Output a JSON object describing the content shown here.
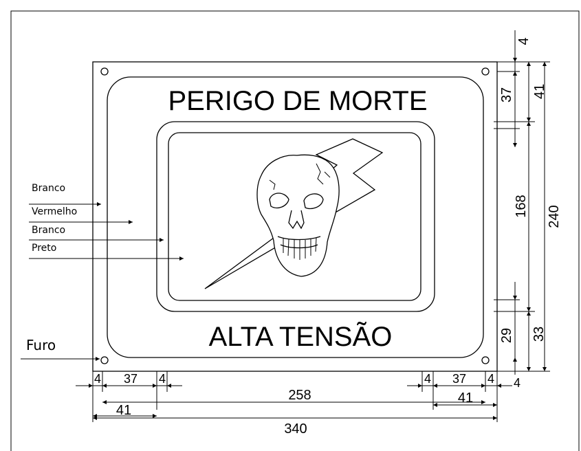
{
  "sign": {
    "top_text": "PERIGO DE MORTE",
    "bottom_text": "ALTA TENSÃO"
  },
  "labels": {
    "layer1": "Branco",
    "layer2": "Vermelho",
    "layer3": "Branco",
    "layer4": "Preto",
    "hole": "Furo"
  },
  "dimensions": {
    "right_4": "4",
    "right_37": "37",
    "right_41": "41",
    "right_168": "168",
    "right_240": "240",
    "right_29": "29",
    "right_33": "33",
    "bottom_left_4a": "4",
    "bottom_left_37": "37",
    "bottom_left_4b": "4",
    "bottom_left_41": "41",
    "bottom_258": "258",
    "bottom_right_4a": "4",
    "bottom_right_37": "37",
    "bottom_right_4b": "4",
    "bottom_right_41": "41",
    "bottom_right_4c": "4",
    "bottom_340": "340"
  }
}
